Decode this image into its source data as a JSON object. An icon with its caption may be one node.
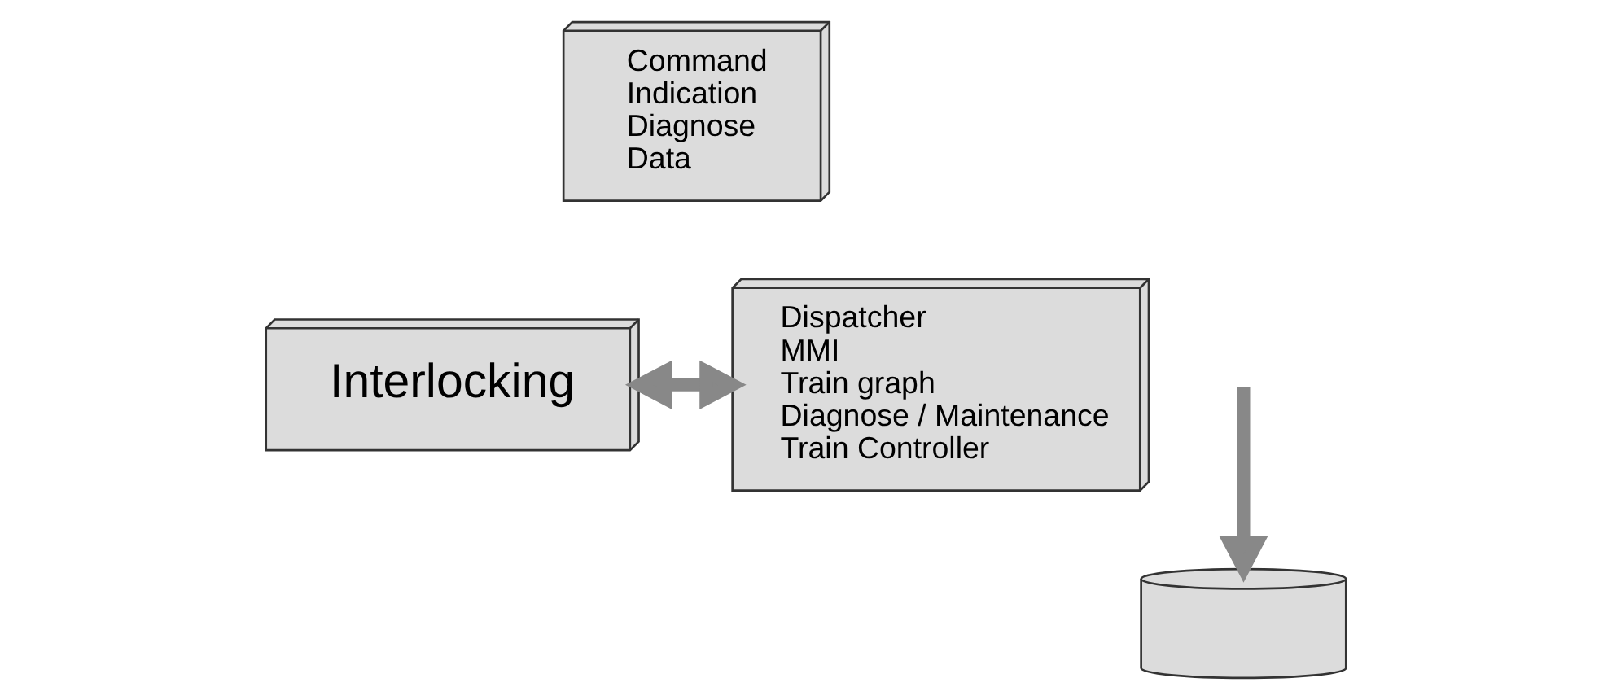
{
  "diagram": {
    "nodes": [
      {
        "text": [
          "Interlocking"
        ]
      },
      {
        "text": [
          "Command",
          "Indication",
          "Diagnose",
          "Data"
        ]
      },
      {
        "text": [
          "Dispatcher",
          "MMI",
          "Train graph",
          "Diagnose / Maintenance",
          "Train Controller"
        ]
      },
      {
        "text": [],
        "shape": "cylinder"
      }
    ],
    "edges": [
      {
        "from": 0,
        "to": 2,
        "arrow": "both"
      },
      {
        "from": null,
        "to": 3,
        "arrow": "to"
      }
    ]
  }
}
